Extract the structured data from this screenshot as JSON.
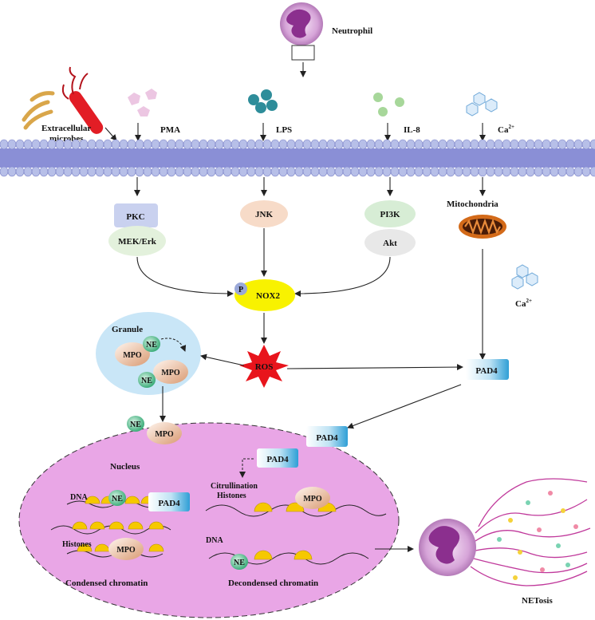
{
  "labels": {
    "neutrophil": "Neutrophil",
    "extracellular_microbes_1": "Extracellular",
    "extracellular_microbes_2": "microbes",
    "pma": "PMA",
    "lps": "LPS",
    "il8": "IL-8",
    "ca": "Ca",
    "ca_sup": "2+",
    "pkc": "PKC",
    "mek_erk": "MEK/Erk",
    "jnk": "JNK",
    "pi3k": "PI3K",
    "akt": "Akt",
    "mitochondria": "Mitochondria",
    "p": "P",
    "nox2": "NOX2",
    "granule": "Granule",
    "mpo": "MPO",
    "ne": "NE",
    "ros": "ROS",
    "pad4": "PAD4",
    "nucleus": "Nucleus",
    "dna": "DNA",
    "histones": "Histones",
    "citrullination": "Citrullination",
    "condensed_chromatin": "Condensed chromatin",
    "decondensed_chromatin": "Decondensed chromatin",
    "netosis": "NETosis"
  },
  "colors": {
    "membrane_head": "#b7bfe8",
    "membrane_tail": "#8a8fd6",
    "nucleus_fill": "#e9a6e6",
    "nox2": "#f8f200",
    "ros": "#e8141c",
    "pkc": "#c9d1ef",
    "mek_erk": "#e3f1dc",
    "jnk": "#f7dbc8",
    "pi3k": "#d7edd5",
    "akt": "#e8e8e8",
    "mpo": "#e9b692",
    "ne": "#5dc49a",
    "pad4": "#3aa9da",
    "granule": "#c9e6f7",
    "histone": "#f6c800",
    "mitochondria": "#d36a19"
  },
  "icons": [
    "neutrophil-cell-icon",
    "bacteria-icon",
    "pma-molecule-icon",
    "lps-molecule-icon",
    "il8-molecule-icon",
    "calcium-ion-icon",
    "mitochondria-icon",
    "ros-burst-icon",
    "histone-icon",
    "net-fibers-icon"
  ]
}
